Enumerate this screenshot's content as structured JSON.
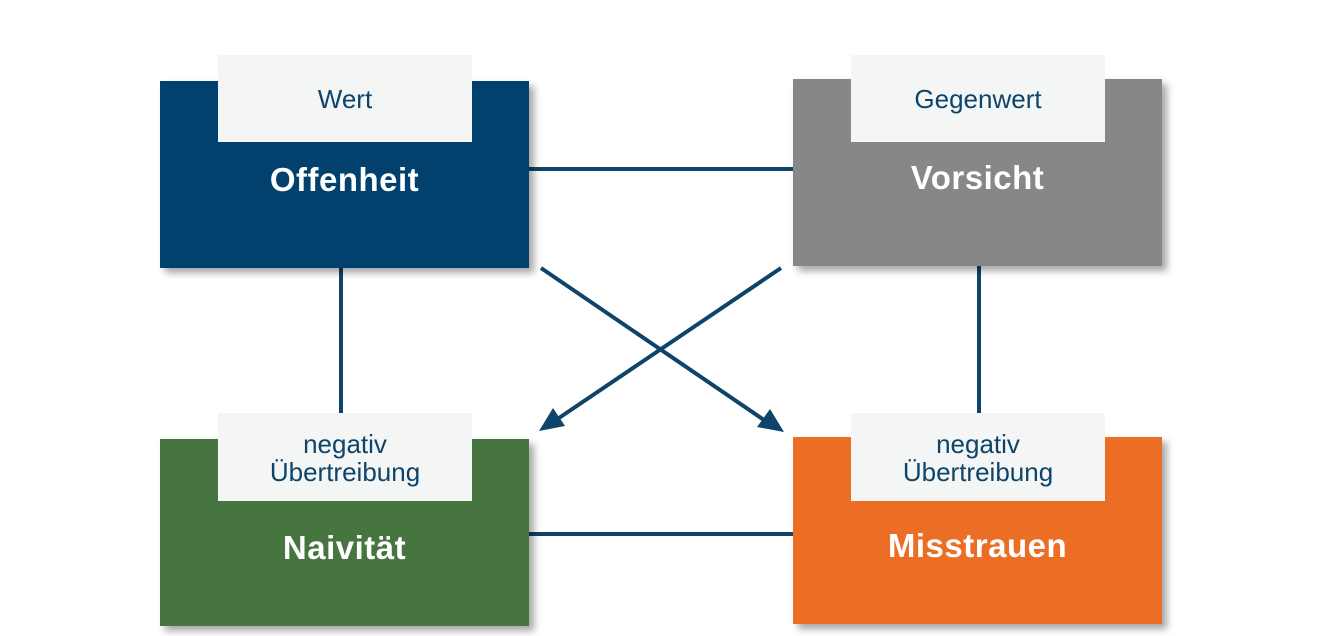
{
  "colors": {
    "line": "#0e4469",
    "offenheit": "#02416e",
    "vorsicht": "#878787",
    "naivitaet": "#467540",
    "misstrauen": "#eb6e24",
    "tag_background": "#f4f6f6",
    "tag_text": "#0e4469"
  },
  "boxes": {
    "offenheit": {
      "label": "Offenheit",
      "tag": "Wert"
    },
    "vorsicht": {
      "label": "Vorsicht",
      "tag": "Gegenwert"
    },
    "naivitaet": {
      "label": "Naivität",
      "tag": "negativ\nÜbertreibung"
    },
    "misstrauen": {
      "label": "Misstrauen",
      "tag": "negativ\nÜbertreibung"
    }
  }
}
